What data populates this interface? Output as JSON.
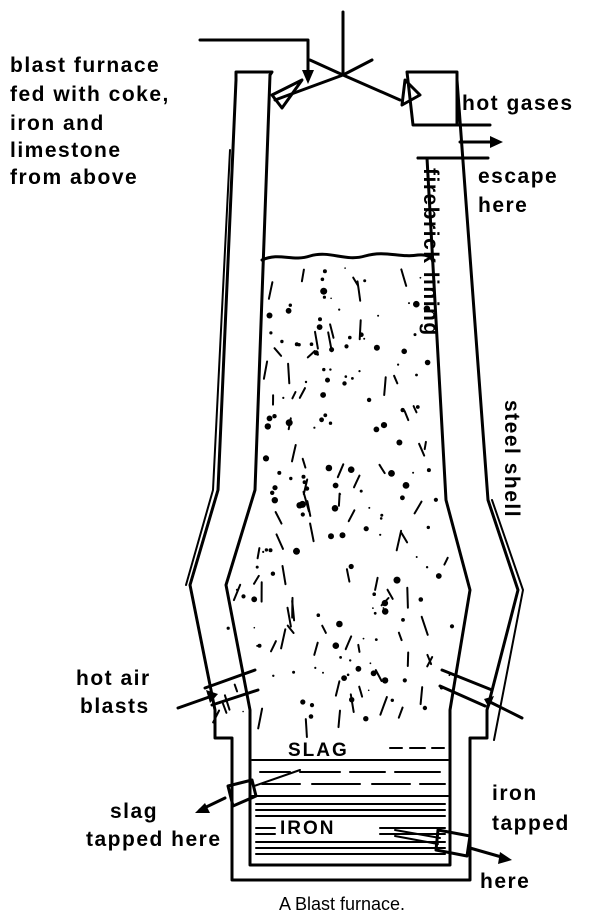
{
  "labels": {
    "feed": [
      "blast furnace",
      "fed with coke,",
      "iron and",
      "limestone",
      "from above"
    ],
    "hot_gases": "hot gases",
    "escape": [
      "escape",
      "here"
    ],
    "firebrick": "firebrick lining",
    "steel_shell": "steel shell",
    "hot_air": [
      "hot air",
      "blasts"
    ],
    "slag": "SLAG",
    "iron": "IRON",
    "slag_tapped": [
      "slag",
      "tapped here"
    ],
    "iron_tapped": [
      "iron",
      "tapped",
      "here"
    ]
  },
  "caption": "A Blast furnace."
}
